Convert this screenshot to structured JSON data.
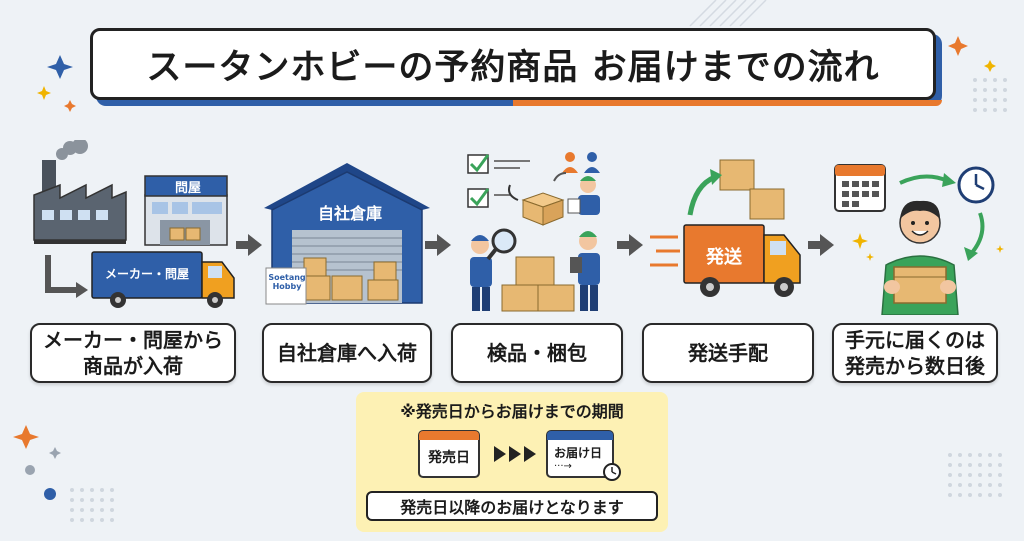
{
  "title": "スータンホビーの予約商品 お届けまでの流れ",
  "steps": [
    {
      "label_line1": "メーカー・問屋から",
      "label_line2": "商品が入荷"
    },
    {
      "label_line1": "自社倉庫へ入荷",
      "label_line2": ""
    },
    {
      "label_line1": "検品・梱包",
      "label_line2": ""
    },
    {
      "label_line1": "発送手配",
      "label_line2": ""
    },
    {
      "label_line1": "手元に届くのは",
      "label_line2": "発売から数日後"
    }
  ],
  "illustrations": {
    "wholesaler_sign": "問屋",
    "truck1_text": "メーカー・問屋",
    "warehouse_sign": "自社倉庫",
    "box_brand_line1": "Soetang",
    "box_brand_line2": "Hobby",
    "truck2_text": "発送"
  },
  "note": {
    "title": "※発売日からお届けまでの期間",
    "release_label": "発売日",
    "delivery_label": "お届け日",
    "footer": "発売日以降のお届けとなります"
  },
  "colors": {
    "blue": "#2f5fa8",
    "orange": "#e8792e",
    "note_bg": "#fdf1b4",
    "green": "#3aa35a"
  }
}
